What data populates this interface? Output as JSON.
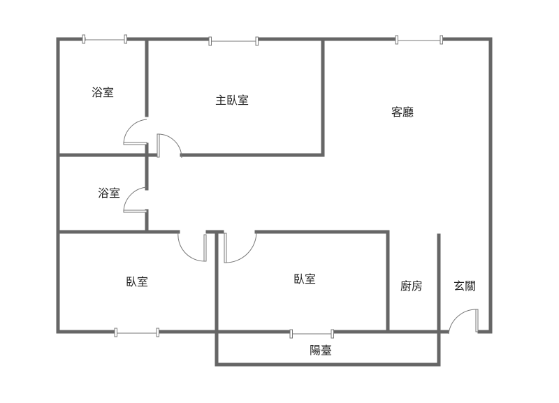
{
  "colors": {
    "wall": "#666666",
    "fixture": "#777777",
    "background": "#ffffff"
  },
  "rooms": [
    {
      "id": "bath1",
      "label": "浴室"
    },
    {
      "id": "master",
      "label": "主臥室"
    },
    {
      "id": "living",
      "label": "客廳"
    },
    {
      "id": "bath2",
      "label": "浴室"
    },
    {
      "id": "bed1",
      "label": "臥室"
    },
    {
      "id": "bed2",
      "label": "臥室"
    },
    {
      "id": "kitchen",
      "label": "廚房"
    },
    {
      "id": "entry",
      "label": "玄關"
    },
    {
      "id": "balcony",
      "label": "陽臺"
    }
  ]
}
